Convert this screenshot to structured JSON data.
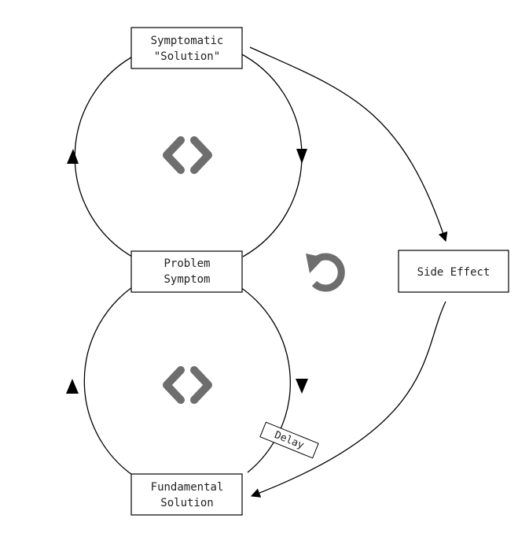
{
  "nodes": {
    "symptomatic_solution": {
      "lines": [
        "Symptomatic",
        "\"Solution\""
      ]
    },
    "problem_symptom": {
      "lines": [
        "Problem",
        "Symptom"
      ]
    },
    "side_effect": {
      "lines": [
        "Side Effect"
      ]
    },
    "fundamental_solution": {
      "lines": [
        "Fundamental",
        "Solution"
      ]
    }
  },
  "delay_label": "Delay",
  "loop_markers": {
    "upper_loop": "balancing-loop-icon",
    "lower_loop": "balancing-loop-icon",
    "outer_loop": "reinforcing-loop-icon"
  },
  "colors": {
    "line": "#000000",
    "icon": "#6e6e6e"
  }
}
